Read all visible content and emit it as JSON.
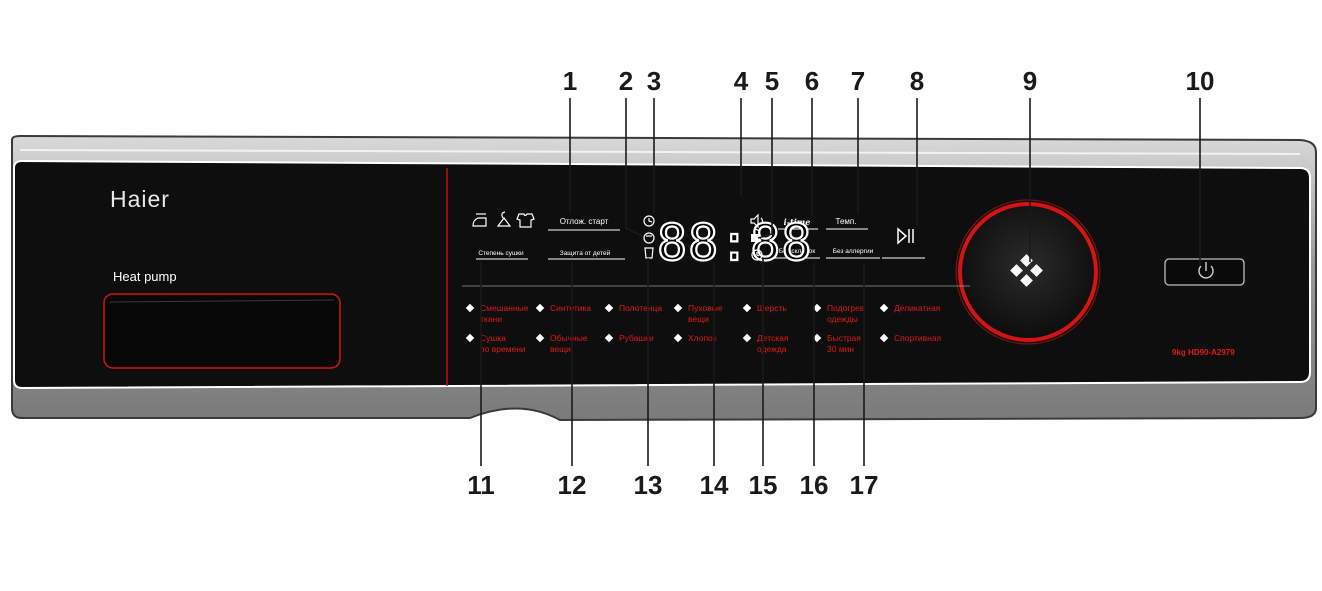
{
  "brand": {
    "logo": "Haier",
    "subtitle": "Heat pump",
    "model": "9kg HD90-A2979"
  },
  "display": {
    "digits": "88:88"
  },
  "callouts_top": [
    "1",
    "2",
    "3",
    "4",
    "5",
    "6",
    "7",
    "8",
    "9",
    "10"
  ],
  "callouts_bottom": [
    "11",
    "12",
    "13",
    "14",
    "15",
    "16",
    "17"
  ],
  "buttons": {
    "delay_start": "Отлож. старт",
    "dry_level": "Степень сушки",
    "child_lock": "Защита от детей",
    "itime": "i-time",
    "temp": "Темп.",
    "anti_crease": "Без складок",
    "anti_allergy": "Без аллергии"
  },
  "programs": {
    "row1": [
      [
        "Смешанные",
        "ткани"
      ],
      [
        "Синтетика"
      ],
      [
        "Полотенца"
      ],
      [
        "Пуховые",
        "вещи"
      ],
      [
        "Шерсть"
      ],
      [
        "Подогрев",
        "одежды"
      ],
      [
        "Деликатная"
      ]
    ],
    "row2": [
      [
        "Сушка",
        "по времени"
      ],
      [
        "Обычные",
        "вещи"
      ],
      [
        "Рубашки"
      ],
      [
        "Хлопок"
      ],
      [
        "Детская",
        "одежда"
      ],
      [
        "Быстрая",
        "30 мин"
      ],
      [
        "Спортивная"
      ]
    ]
  },
  "icons": [
    "iron-icon",
    "hanger-icon",
    "shirt-icon",
    "clock-icon",
    "timer-icon",
    "tank-icon",
    "sound-icon",
    "key-lock-icon",
    "alarm-icon",
    "play-pause-icon",
    "dial-diamond-icon",
    "power-icon",
    "program-diamond-icon"
  ],
  "colors": {
    "panel": "#111111",
    "accent": "#d41414",
    "housing": "#8c8c8c",
    "text_light": "#ffffff"
  }
}
